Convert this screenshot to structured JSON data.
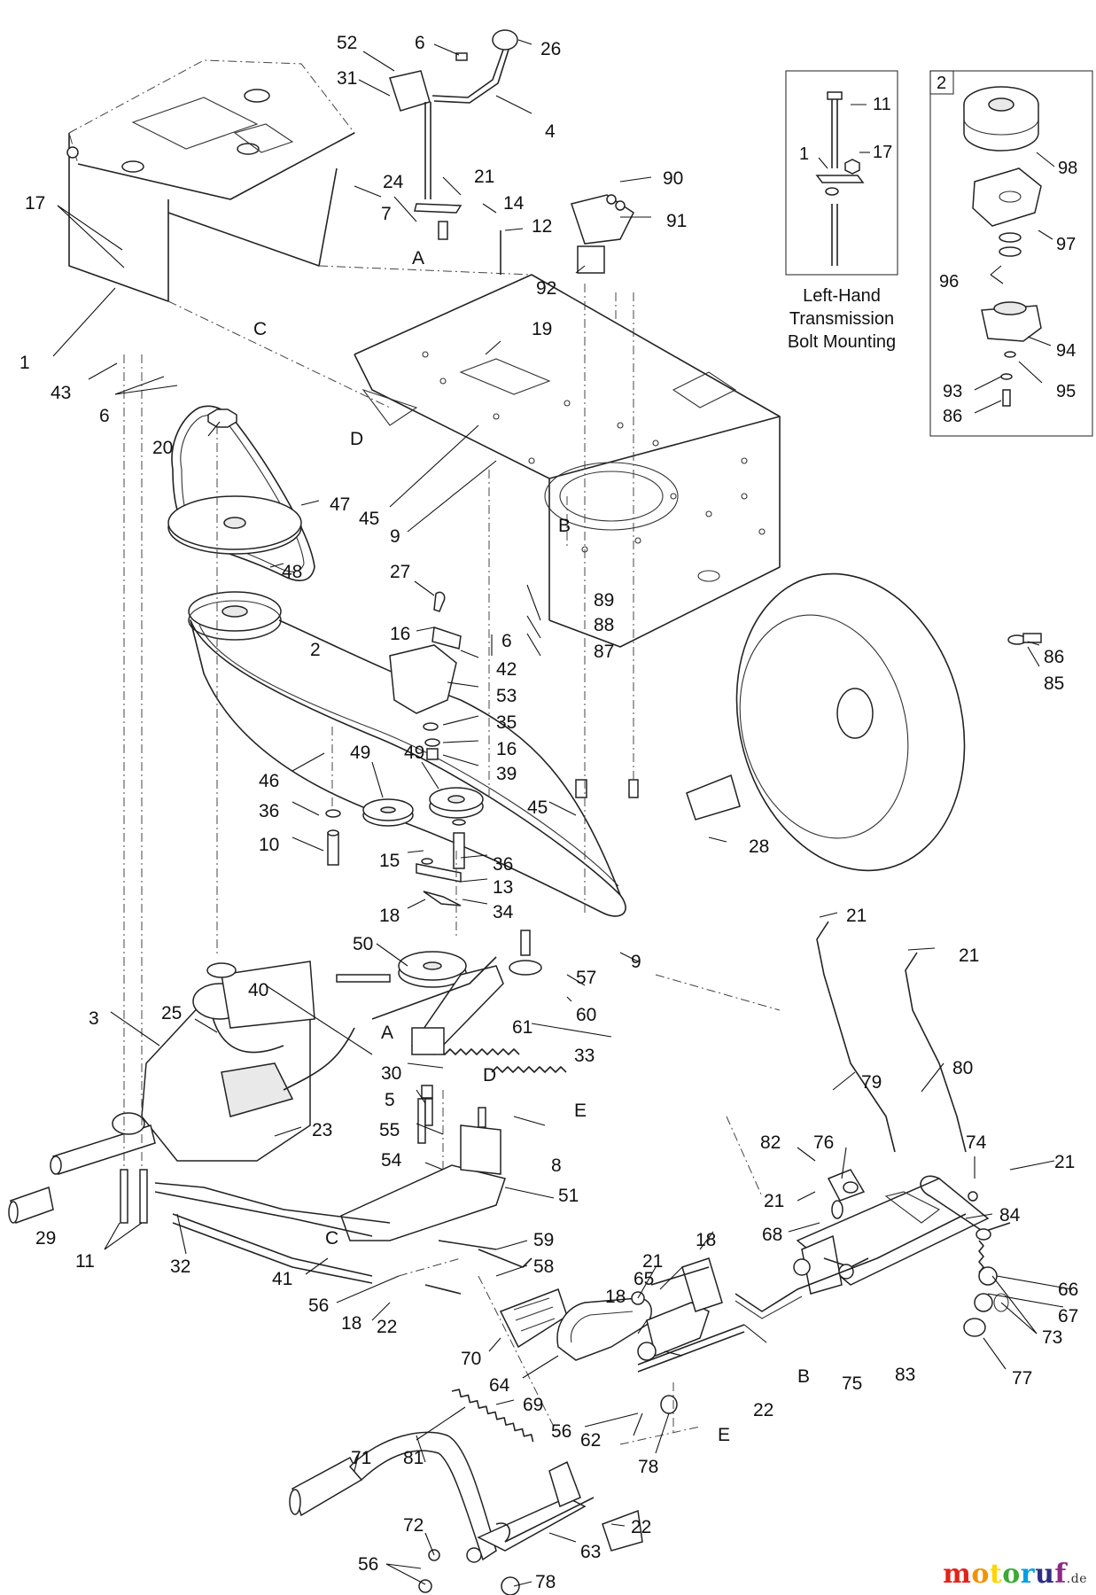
{
  "inset_left": {
    "caption_line1": "Left-Hand",
    "caption_line2": "Transmission",
    "caption_line3": "Bolt Mounting",
    "labels": [
      "11",
      "1",
      "17"
    ]
  },
  "inset_right": {
    "box_number": "2",
    "labels": [
      "98",
      "97",
      "96",
      "94",
      "93",
      "95",
      "86"
    ]
  },
  "letters": {
    "A": "A",
    "B": "B",
    "C": "C",
    "D": "D",
    "E": "E"
  },
  "part_numbers": {
    "p52": "52",
    "p6a": "6",
    "p26": "26",
    "p31": "31",
    "p4": "4",
    "p17": "17",
    "p7": "7",
    "p24": "24",
    "p21a": "21",
    "p14": "14",
    "p90": "90",
    "p91": "91",
    "p12": "12",
    "p92": "92",
    "p1": "1",
    "p43": "43",
    "p6b": "6",
    "p19": "19",
    "p20": "20",
    "p47": "47",
    "p45a": "45",
    "p9a": "9",
    "p48": "48",
    "p27": "27",
    "p89": "89",
    "p88": "88",
    "p87": "87",
    "p16a": "16",
    "p42": "42",
    "p6c": "6",
    "p2": "2",
    "p53": "53",
    "p35": "35",
    "p16b": "16",
    "p39": "39",
    "p86": "86",
    "p85": "85",
    "p46": "46",
    "p49a": "49",
    "p49b": "49",
    "p45b": "45",
    "p36a": "36",
    "p10": "10",
    "p28": "28",
    "p36b": "36",
    "p15": "15",
    "p13": "13",
    "p18a": "18",
    "p34": "34",
    "p9b": "9",
    "p50": "50",
    "p57": "57",
    "p21b": "21",
    "p21c": "21",
    "p60": "60",
    "p40": "40",
    "p25": "25",
    "p61": "61",
    "p3": "3",
    "p33": "33",
    "p30": "30",
    "p80": "80",
    "p79": "79",
    "p5": "5",
    "p55": "55",
    "p23": "23",
    "p8": "8",
    "p82": "82",
    "p76": "76",
    "p74": "74",
    "p21d": "21",
    "p54": "54",
    "p51": "51",
    "p21e": "21",
    "p84": "84",
    "p68": "68",
    "p29": "29",
    "p11": "11",
    "p32": "32",
    "p59": "59",
    "p58": "58",
    "p18b": "18",
    "p21f": "21",
    "p66": "66",
    "p41": "41",
    "p56a": "56",
    "p65": "65",
    "p18c": "18",
    "p67": "67",
    "p18d": "18",
    "p22a": "22",
    "p73": "73",
    "p70": "70",
    "p64": "64",
    "p75": "75",
    "p83": "83",
    "p77": "77",
    "p22b": "22",
    "p69": "69",
    "p56b": "56",
    "p62": "62",
    "p71": "71",
    "p81": "81",
    "p78a": "78",
    "p72": "72",
    "p22c": "22",
    "p63": "63",
    "p56c": "56",
    "p78b": "78"
  },
  "watermark": {
    "name": "motoruf",
    "tld": ".de",
    "colors": [
      "#e2231a",
      "#f39200",
      "#ffd500",
      "#3aaa35",
      "#009fe3",
      "#2d2e83",
      "#8b2a87"
    ]
  }
}
